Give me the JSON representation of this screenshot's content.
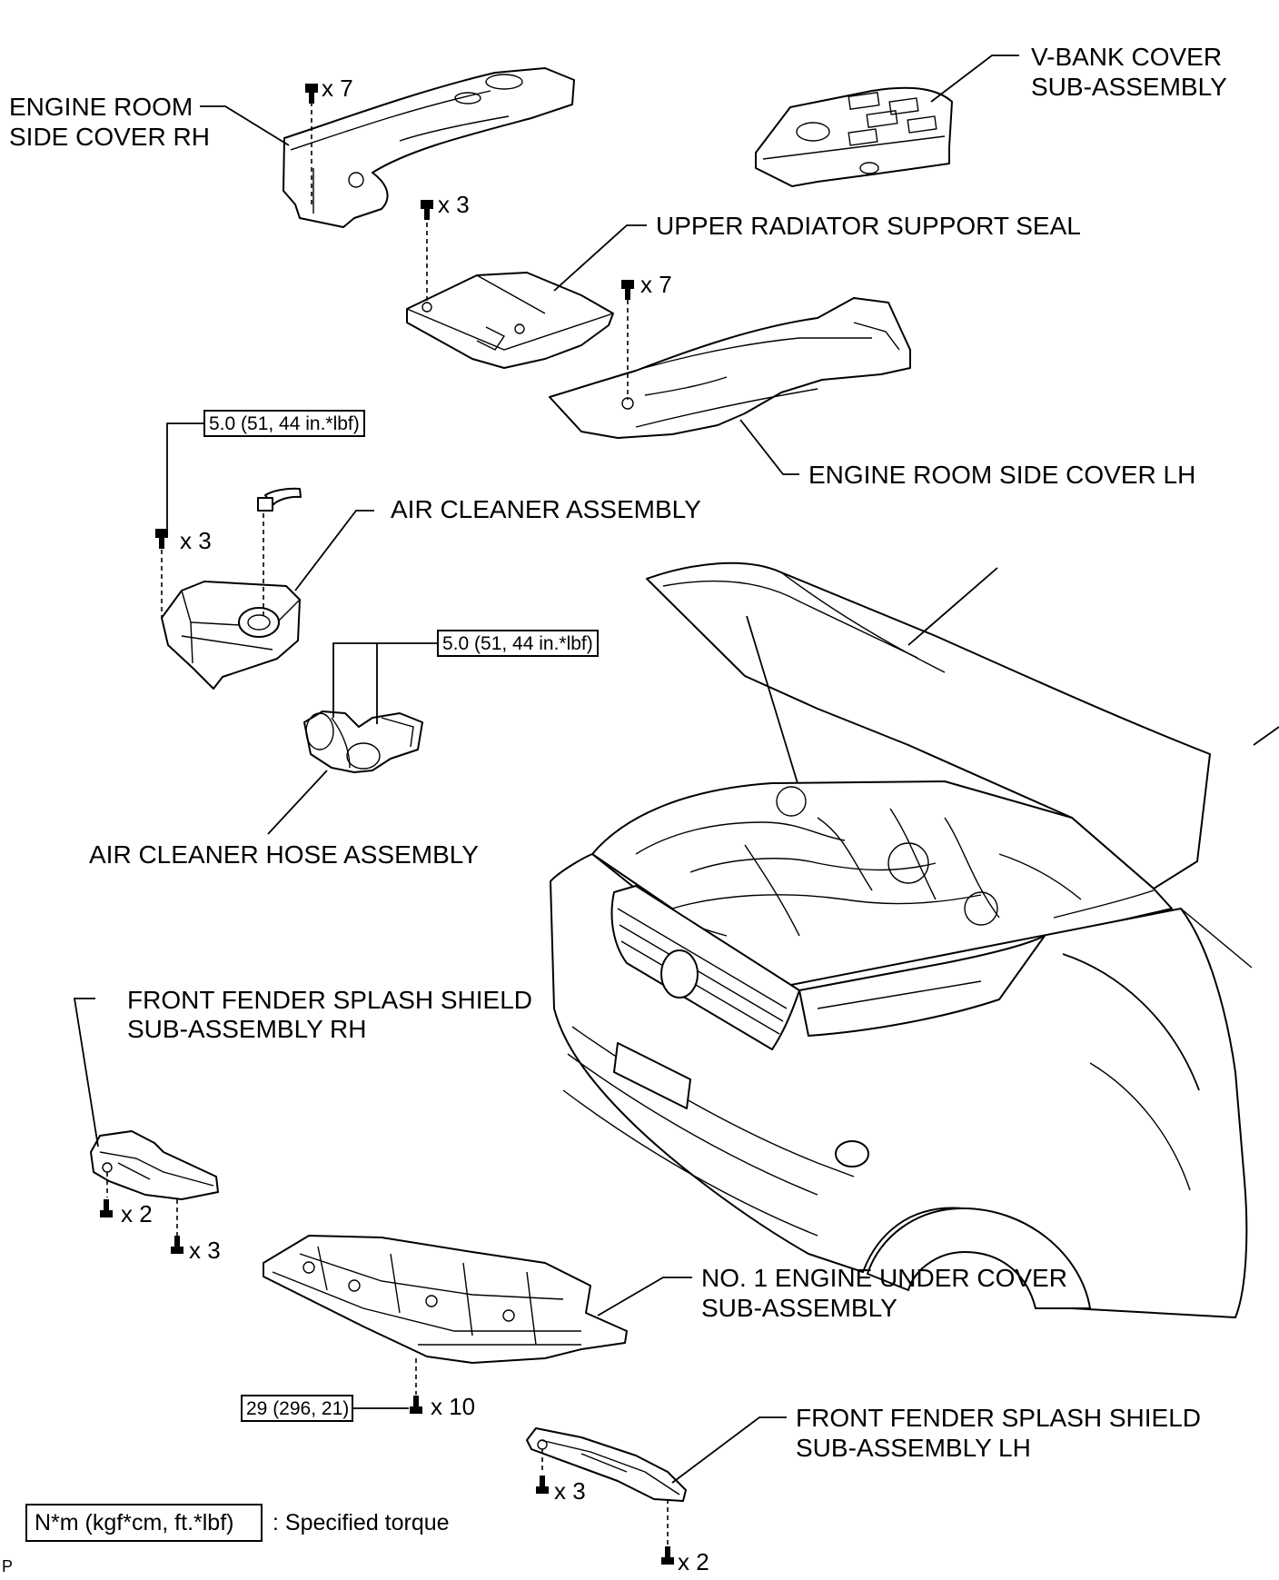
{
  "labels": {
    "engine_room_side_cover_rh": [
      "ENGINE ROOM",
      "SIDE COVER RH"
    ],
    "v_bank_cover": [
      "V-BANK COVER",
      "SUB-ASSEMBLY"
    ],
    "upper_radiator_support_seal": "UPPER RADIATOR SUPPORT SEAL",
    "engine_room_side_cover_lh": "ENGINE ROOM SIDE COVER LH",
    "air_cleaner_assembly": "AIR CLEANER ASSEMBLY",
    "air_cleaner_hose_assembly": "AIR CLEANER HOSE ASSEMBLY",
    "front_fender_splash_shield_rh": [
      "FRONT FENDER SPLASH SHIELD",
      "SUB-ASSEMBLY RH"
    ],
    "no1_engine_under_cover": [
      "NO. 1 ENGINE UNDER COVER",
      "SUB-ASSEMBLY"
    ],
    "front_fender_splash_shield_lh": [
      "FRONT FENDER SPLASH SHIELD",
      "SUB-ASSEMBLY LH"
    ]
  },
  "quantities": {
    "rh_cover_bolts": "x 7",
    "seal_bolts": "x 3",
    "lh_cover_bolts": "x 7",
    "air_cleaner_bolts": "x 3",
    "shield_rh_bolts_a": "x 2",
    "shield_rh_bolts_b": "x 3",
    "under_cover_bolts": "x 10",
    "shield_lh_bolts_a": "x 3",
    "shield_lh_bolts_b": "x 2"
  },
  "torques": {
    "air_cleaner": "5.0 (51, 44 in.*lbf)",
    "air_cleaner_hose": "5.0 (51, 44 in.*lbf)",
    "under_cover": "29 (296, 21)"
  },
  "legend": {
    "unit": "N*m (kgf*cm, ft.*lbf)",
    "text": ": Specified torque"
  },
  "corner_mark": "P"
}
